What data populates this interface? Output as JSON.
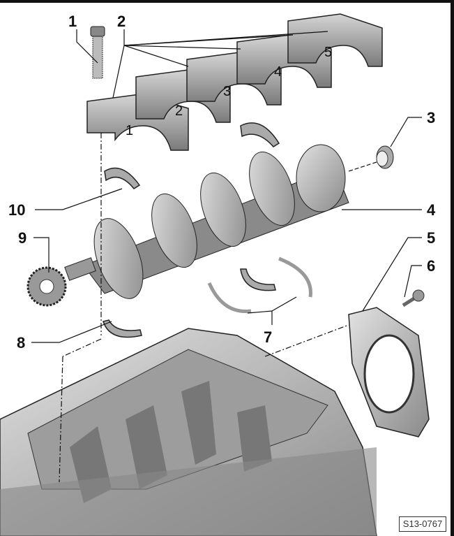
{
  "figure_id": "S13-0767",
  "callouts": {
    "c1": "1",
    "c2": "2",
    "c3": "3",
    "c4": "4",
    "c5": "5",
    "c6": "6",
    "c7": "7",
    "c8": "8",
    "c9": "9",
    "c10": "10"
  },
  "cap_numbers": {
    "n1": "1",
    "n2": "2",
    "n3": "3",
    "n4": "4",
    "n5": "5"
  },
  "colors": {
    "part": "#b9b9b9",
    "part_dark": "#6e6e6e",
    "line": "#111111"
  }
}
